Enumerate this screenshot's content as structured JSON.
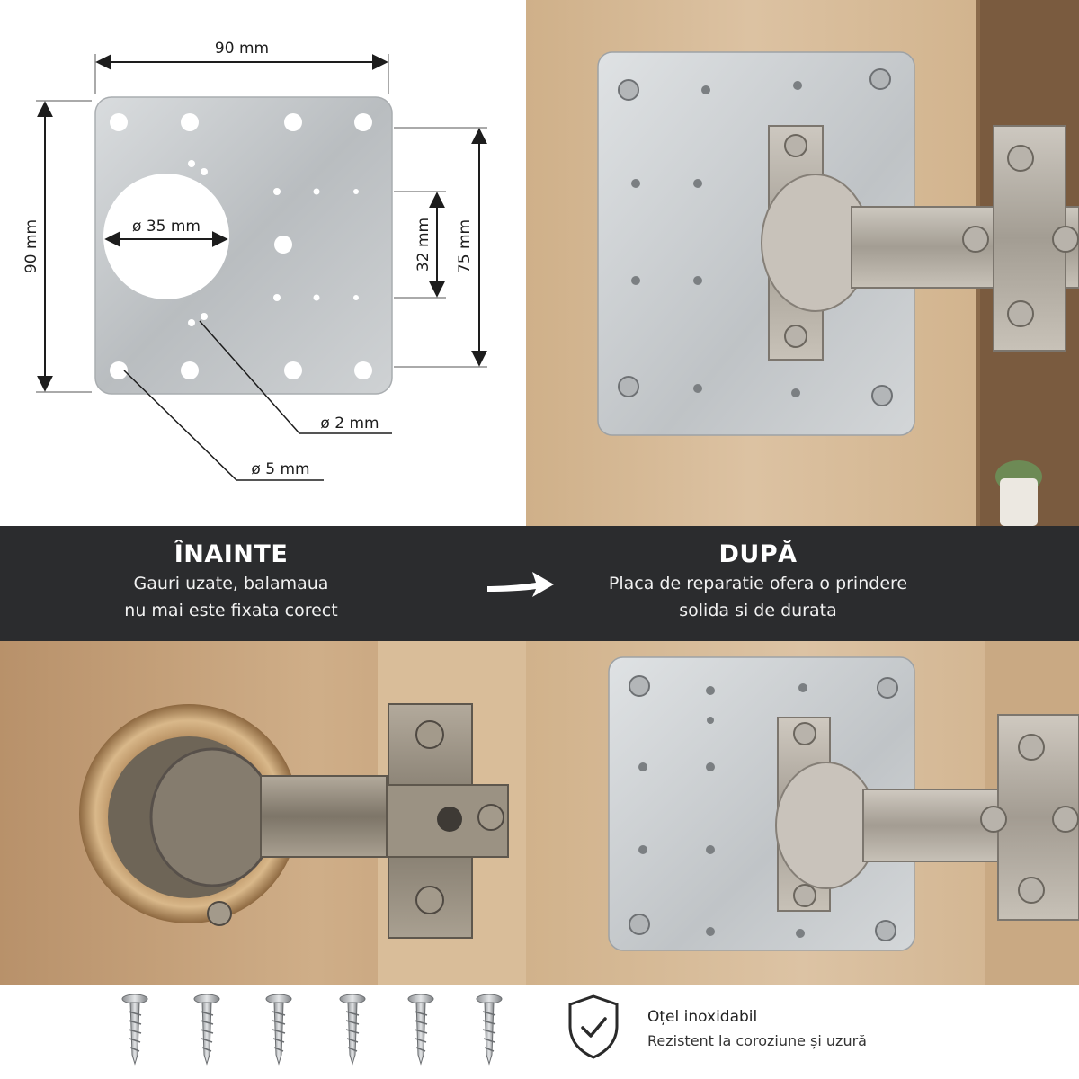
{
  "diagram": {
    "width_label": "90 mm",
    "height_label": "90 mm",
    "big_hole_label": "ø 35 mm",
    "inner_spacing_label": "32 mm",
    "outer_spacing_label": "75 mm",
    "small_hole_label": "ø 2 mm",
    "screw_hole_label": "ø 5 mm"
  },
  "banner": {
    "before_title": "ÎNAINTE",
    "before_line1": "Gauri uzate, balamaua",
    "before_line2": "nu mai este fixata corect",
    "after_title": "DUPĂ",
    "after_line1": "Placa de reparatie ofera o prindere",
    "after_line2": "solida si de durata"
  },
  "footer": {
    "material_title": "Oțel inoxidabil",
    "material_subtitle": "Rezistent la coroziune și uzură",
    "icons": [
      "shield-check-icon",
      "screw-icon"
    ]
  },
  "colors": {
    "banner": "#2b2c2e",
    "steel": "#c9ccce",
    "wood": "#d8bd9c"
  }
}
